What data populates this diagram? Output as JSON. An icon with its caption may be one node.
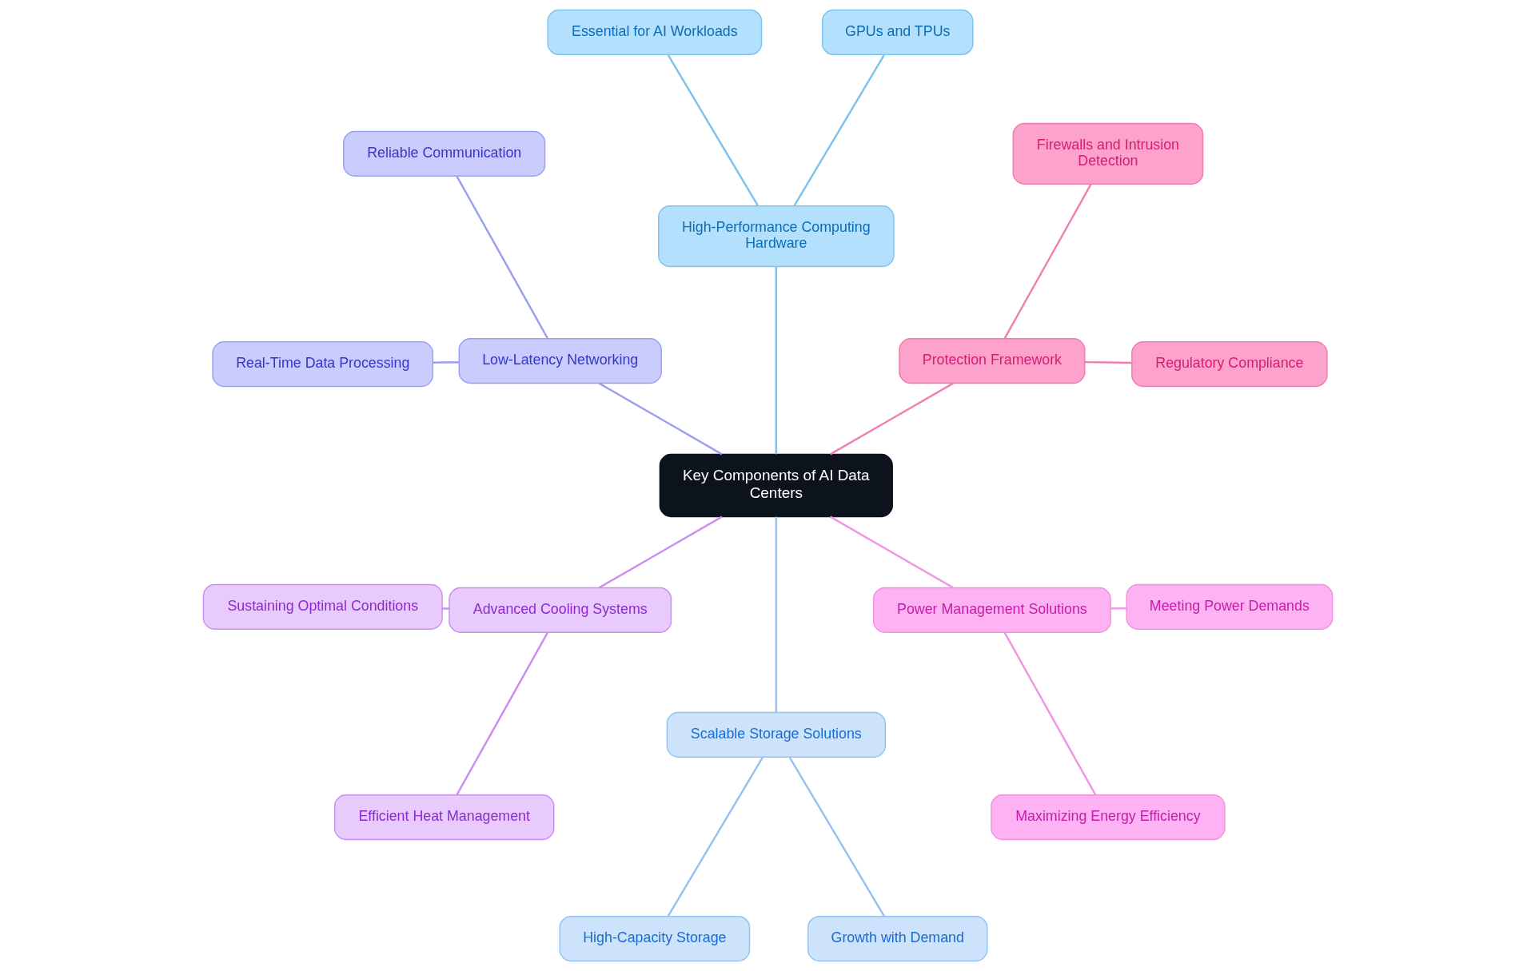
{
  "diagram": {
    "nodes": [
      {
        "text": [
          "Key Components of AI Data Centers"
        ]
      },
      {
        "text": [
          "High-Performance Computing Hardware"
        ]
      },
      {
        "text": [
          "Essential for AI Workloads"
        ]
      },
      {
        "text": [
          "GPUs and TPUs"
        ]
      },
      {
        "text": [
          "Protection Framework"
        ]
      },
      {
        "text": [
          "Firewalls and Intrusion Detection"
        ]
      },
      {
        "text": [
          "Regulatory Compliance"
        ]
      },
      {
        "text": [
          "Power Management Solutions"
        ]
      },
      {
        "text": [
          "Meeting Power Demands"
        ]
      },
      {
        "text": [
          "Maximizing Energy Efficiency"
        ]
      },
      {
        "text": [
          "Scalable Storage Solutions"
        ]
      },
      {
        "text": [
          "Growth with Demand"
        ]
      },
      {
        "text": [
          "High-Capacity Storage"
        ]
      },
      {
        "text": [
          "Advanced Cooling Systems"
        ]
      },
      {
        "text": [
          "Efficient Heat Management"
        ]
      },
      {
        "text": [
          "Sustaining Optimal Conditions"
        ]
      },
      {
        "text": [
          "Low-Latency Networking"
        ]
      },
      {
        "text": [
          "Real-Time Data Processing"
        ]
      },
      {
        "text": [
          "Reliable Communication"
        ]
      }
    ],
    "edges": [
      {
        "from": 0,
        "to": 1,
        "arrow": "none",
        "color": "#7ec0ee"
      },
      {
        "from": 1,
        "to": 2,
        "arrow": "none",
        "color": "#7ec0ee"
      },
      {
        "from": 1,
        "to": 3,
        "arrow": "none",
        "color": "#7ec0ee"
      },
      {
        "from": 0,
        "to": 4,
        "arrow": "none",
        "color": "#ef7fb3"
      },
      {
        "from": 4,
        "to": 5,
        "arrow": "none",
        "color": "#ef7fb3"
      },
      {
        "from": 4,
        "to": 6,
        "arrow": "none",
        "color": "#ef7fb3"
      },
      {
        "from": 0,
        "to": 7,
        "arrow": "none",
        "color": "#f095e0"
      },
      {
        "from": 7,
        "to": 8,
        "arrow": "none",
        "color": "#f095e0"
      },
      {
        "from": 7,
        "to": 9,
        "arrow": "none",
        "color": "#f095e0"
      },
      {
        "from": 0,
        "to": 10,
        "arrow": "none",
        "color": "#94c2f0"
      },
      {
        "from": 10,
        "to": 11,
        "arrow": "none",
        "color": "#94c2f0"
      },
      {
        "from": 10,
        "to": 12,
        "arrow": "none",
        "color": "#94c2f0"
      },
      {
        "from": 0,
        "to": 13,
        "arrow": "none",
        "color": "#c98ef0"
      },
      {
        "from": 13,
        "to": 14,
        "arrow": "none",
        "color": "#c98ef0"
      },
      {
        "from": 13,
        "to": 15,
        "arrow": "none",
        "color": "#c98ef0"
      },
      {
        "from": 0,
        "to": 16,
        "arrow": "none",
        "color": "#9aa0f0"
      },
      {
        "from": 16,
        "to": 17,
        "arrow": "none",
        "color": "#9aa0f0"
      },
      {
        "from": 16,
        "to": 18,
        "arrow": "none",
        "color": "#9aa0f0"
      }
    ]
  }
}
